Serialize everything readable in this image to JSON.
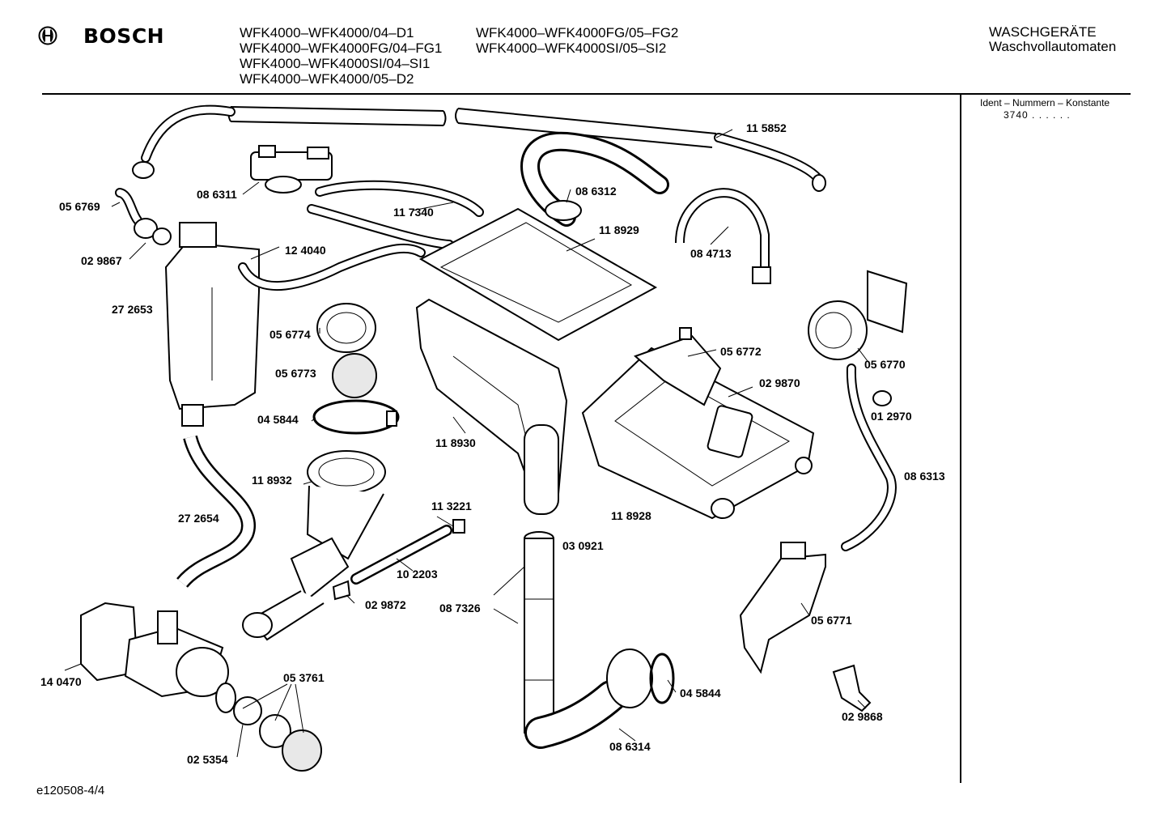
{
  "header": {
    "brand": "BOSCH",
    "models_left": [
      "WFK4000–WFK4000/04–D1",
      "WFK4000–WFK4000FG/04–FG1",
      "WFK4000–WFK4000SI/04–SI1",
      "WFK4000–WFK4000/05–D2"
    ],
    "models_right": [
      "WFK4000–WFK4000FG/05–FG2",
      "WFK4000–WFK4000SI/05–SI2"
    ],
    "category_line1": "WASCHGERÄTE",
    "category_line2": "Waschvollautomaten"
  },
  "sidebar": {
    "ident_heading": "Ident – Nummern – Konstante",
    "ident_value": "3740 . . . . . ."
  },
  "footer": {
    "doc_id": "e120508-4/4"
  },
  "parts": [
    {
      "key": "p115852",
      "label": "11 5852"
    },
    {
      "key": "p086311",
      "label": "08 6311"
    },
    {
      "key": "p086312",
      "label": "08 6312"
    },
    {
      "key": "p056769",
      "label": "05 6769"
    },
    {
      "key": "p117340",
      "label": "11 7340"
    },
    {
      "key": "p029867",
      "label": "02 9867"
    },
    {
      "key": "p118929",
      "label": "11 8929"
    },
    {
      "key": "p084713",
      "label": "08 4713"
    },
    {
      "key": "p124040",
      "label": "12 4040"
    },
    {
      "key": "p272653",
      "label": "27 2653"
    },
    {
      "key": "p056774",
      "label": "05 6774"
    },
    {
      "key": "p056772",
      "label": "05 6772"
    },
    {
      "key": "p056770",
      "label": "05 6770"
    },
    {
      "key": "p056773",
      "label": "05 6773"
    },
    {
      "key": "p029870",
      "label": "02 9870"
    },
    {
      "key": "p012970",
      "label": "01 2970"
    },
    {
      "key": "p045844a",
      "label": "04 5844"
    },
    {
      "key": "p118930",
      "label": "11 8930"
    },
    {
      "key": "p118932",
      "label": "11 8932"
    },
    {
      "key": "p086313",
      "label": "08 6313"
    },
    {
      "key": "p113221",
      "label": "11 3221"
    },
    {
      "key": "p272654",
      "label": "27 2654"
    },
    {
      "key": "p118928",
      "label": "11 8928"
    },
    {
      "key": "p030921",
      "label": "03 0921"
    },
    {
      "key": "p102203",
      "label": "10 2203"
    },
    {
      "key": "p029872",
      "label": "02 9872"
    },
    {
      "key": "p087326",
      "label": "08 7326"
    },
    {
      "key": "p056771",
      "label": "05 6771"
    },
    {
      "key": "p053761",
      "label": "05 3761"
    },
    {
      "key": "p140470",
      "label": "14 0470"
    },
    {
      "key": "p045844b",
      "label": "04 5844"
    },
    {
      "key": "p029868",
      "label": "02 9868"
    },
    {
      "key": "p086314",
      "label": "08 6314"
    },
    {
      "key": "p025354",
      "label": "02 5354"
    }
  ]
}
